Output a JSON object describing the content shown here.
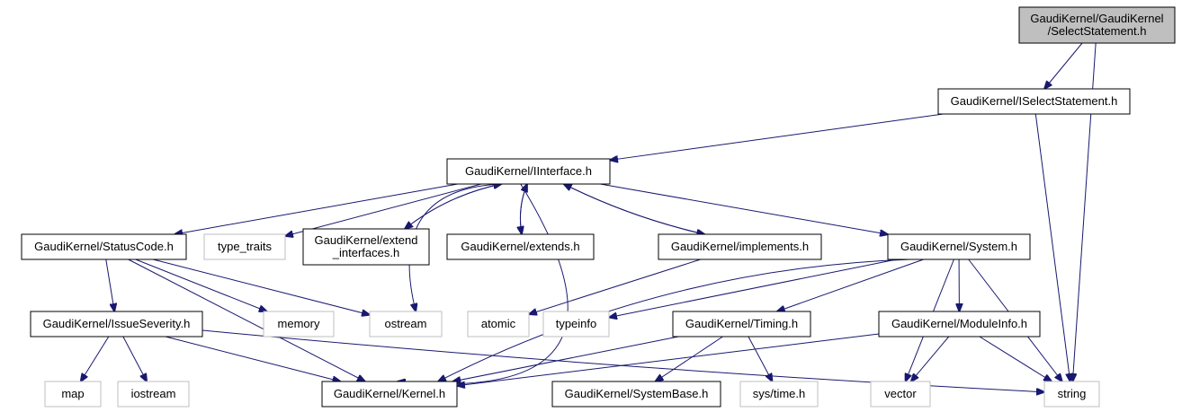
{
  "colors": {
    "root_fill": "#bfbfbf",
    "root_stroke": "#000000",
    "node_fill": "#ffffff",
    "node_stroke": "#000000",
    "ext_stroke": "#bfbfbf",
    "edge": "#191970"
  },
  "nodes": [
    {
      "id": "root",
      "lines": [
        "GaudiKernel/GaudiKernel",
        "/SelectStatement.h"
      ],
      "kind": "root"
    },
    {
      "id": "iselect",
      "lines": [
        "GaudiKernel/ISelectStatement.h"
      ],
      "kind": "file"
    },
    {
      "id": "iinterface",
      "lines": [
        "GaudiKernel/IInterface.h"
      ],
      "kind": "file"
    },
    {
      "id": "statuscode",
      "lines": [
        "GaudiKernel/StatusCode.h"
      ],
      "kind": "file"
    },
    {
      "id": "type_traits",
      "lines": [
        "type_traits"
      ],
      "kind": "ext"
    },
    {
      "id": "extend_interfaces",
      "lines": [
        "GaudiKernel/extend",
        "_interfaces.h"
      ],
      "kind": "file"
    },
    {
      "id": "extends",
      "lines": [
        "GaudiKernel/extends.h"
      ],
      "kind": "file"
    },
    {
      "id": "implements",
      "lines": [
        "GaudiKernel/implements.h"
      ],
      "kind": "file"
    },
    {
      "id": "system",
      "lines": [
        "GaudiKernel/System.h"
      ],
      "kind": "file"
    },
    {
      "id": "issueseverity",
      "lines": [
        "GaudiKernel/IssueSeverity.h"
      ],
      "kind": "file"
    },
    {
      "id": "memory",
      "lines": [
        "memory"
      ],
      "kind": "ext"
    },
    {
      "id": "ostream",
      "lines": [
        "ostream"
      ],
      "kind": "ext"
    },
    {
      "id": "atomic",
      "lines": [
        "atomic"
      ],
      "kind": "ext"
    },
    {
      "id": "typeinfo",
      "lines": [
        "typeinfo"
      ],
      "kind": "ext"
    },
    {
      "id": "timing",
      "lines": [
        "GaudiKernel/Timing.h"
      ],
      "kind": "file"
    },
    {
      "id": "moduleinfo",
      "lines": [
        "GaudiKernel/ModuleInfo.h"
      ],
      "kind": "file"
    },
    {
      "id": "map",
      "lines": [
        "map"
      ],
      "kind": "ext"
    },
    {
      "id": "iostream",
      "lines": [
        "iostream"
      ],
      "kind": "ext"
    },
    {
      "id": "kernel",
      "lines": [
        "GaudiKernel/Kernel.h"
      ],
      "kind": "file"
    },
    {
      "id": "systembase",
      "lines": [
        "GaudiKernel/SystemBase.h"
      ],
      "kind": "file"
    },
    {
      "id": "systime",
      "lines": [
        "sys/time.h"
      ],
      "kind": "ext"
    },
    {
      "id": "vector",
      "lines": [
        "vector"
      ],
      "kind": "ext"
    },
    {
      "id": "string",
      "lines": [
        "string"
      ],
      "kind": "ext"
    }
  ],
  "edges": [
    {
      "from": "root",
      "to": "iselect"
    },
    {
      "from": "root",
      "to": "string"
    },
    {
      "from": "iselect",
      "to": "iinterface"
    },
    {
      "from": "iselect",
      "to": "string"
    },
    {
      "from": "iinterface",
      "to": "statuscode"
    },
    {
      "from": "iinterface",
      "to": "type_traits"
    },
    {
      "from": "iinterface",
      "to": "extend_interfaces"
    },
    {
      "from": "iinterface",
      "to": "extends"
    },
    {
      "from": "iinterface",
      "to": "implements"
    },
    {
      "from": "iinterface",
      "to": "system"
    },
    {
      "from": "iinterface",
      "to": "kernel"
    },
    {
      "from": "iinterface",
      "to": "ostream"
    },
    {
      "from": "extend_interfaces",
      "to": "iinterface"
    },
    {
      "from": "extends",
      "to": "iinterface"
    },
    {
      "from": "implements",
      "to": "iinterface"
    },
    {
      "from": "statuscode",
      "to": "issueseverity"
    },
    {
      "from": "statuscode",
      "to": "memory"
    },
    {
      "from": "statuscode",
      "to": "ostream"
    },
    {
      "from": "statuscode",
      "to": "kernel"
    },
    {
      "from": "implements",
      "to": "atomic"
    },
    {
      "from": "system",
      "to": "typeinfo"
    },
    {
      "from": "system",
      "to": "timing"
    },
    {
      "from": "system",
      "to": "moduleinfo"
    },
    {
      "from": "system",
      "to": "vector"
    },
    {
      "from": "system",
      "to": "string"
    },
    {
      "from": "system",
      "to": "kernel"
    },
    {
      "from": "issueseverity",
      "to": "map"
    },
    {
      "from": "issueseverity",
      "to": "iostream"
    },
    {
      "from": "issueseverity",
      "to": "kernel"
    },
    {
      "from": "issueseverity",
      "to": "string"
    },
    {
      "from": "timing",
      "to": "kernel"
    },
    {
      "from": "timing",
      "to": "systembase"
    },
    {
      "from": "timing",
      "to": "systime"
    },
    {
      "from": "moduleinfo",
      "to": "kernel"
    },
    {
      "from": "moduleinfo",
      "to": "vector"
    },
    {
      "from": "moduleinfo",
      "to": "string"
    }
  ]
}
